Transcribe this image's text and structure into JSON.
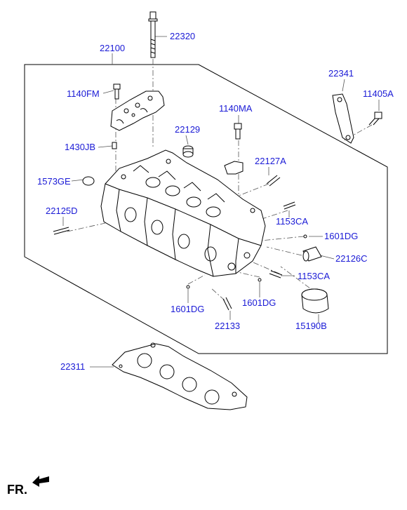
{
  "colors": {
    "label": "#1a1ad6",
    "line": "#000000",
    "leader": "#444444"
  },
  "labels": {
    "p22320": "22320",
    "p22100": "22100",
    "p22341": "22341",
    "p11405a": "11405A",
    "p1140fm": "1140FM",
    "p1140ma": "1140MA",
    "p22129": "22129",
    "p1430jb": "1430JB",
    "p22127a": "22127A",
    "p1573ge": "1573GE",
    "p22125d": "22125D",
    "p1153ca_a": "1153CA",
    "p1601dg_a": "1601DG",
    "p22126c": "22126C",
    "p1153ca_b": "1153CA",
    "p1601dg_b": "1601DG",
    "p1601dg_c": "1601DG",
    "p22133": "22133",
    "p15190b": "15190B",
    "p22311": "22311"
  },
  "footer": {
    "direction_label": "FR.",
    "arrow_icon": "front-direction-arrow-icon"
  }
}
